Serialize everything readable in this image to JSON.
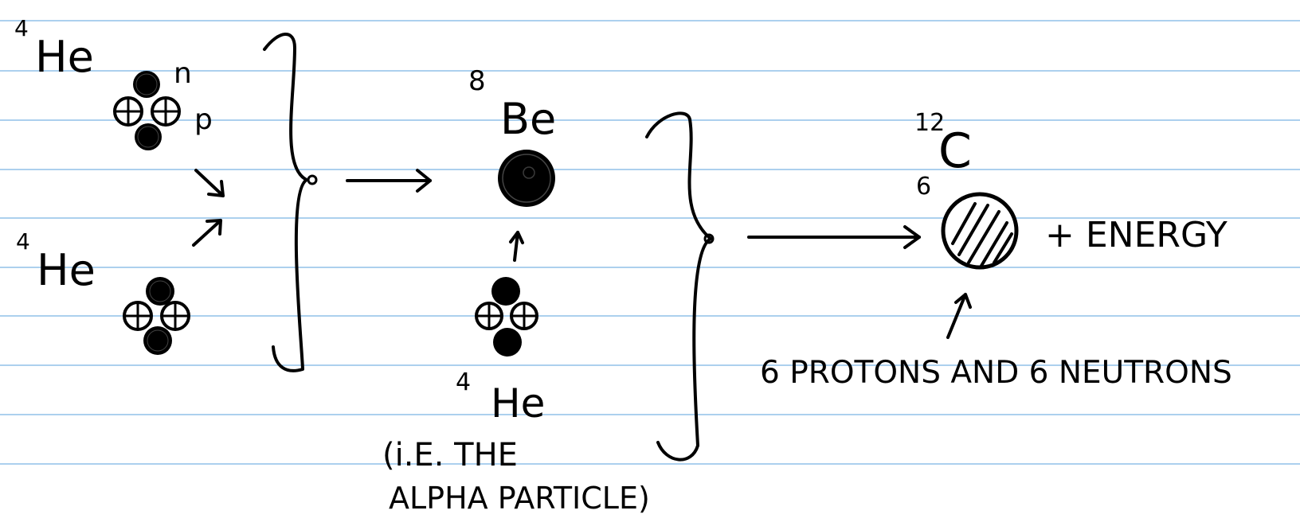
{
  "colors": {
    "paper": "#ffffff",
    "ruled_line": "#5aa0dc",
    "ink": "#000000"
  },
  "reactant_1": {
    "mass_number": "4",
    "symbol": "He",
    "neutron_label": "n",
    "proton_label": "p"
  },
  "reactant_2": {
    "mass_number": "4",
    "symbol": "He"
  },
  "intermediate": {
    "mass_number": "8",
    "symbol": "Be"
  },
  "reactant_3": {
    "mass_number": "4",
    "symbol": "He",
    "note_line_1": "(i.E. THE",
    "note_line_2": "ALPHA PARTICLE)"
  },
  "product": {
    "mass_number": "12",
    "atomic_number": "6",
    "symbol": "C",
    "energy_label": "+ ENERGY",
    "composition": "6 PROTONS AND 6 NEUTRONS"
  }
}
